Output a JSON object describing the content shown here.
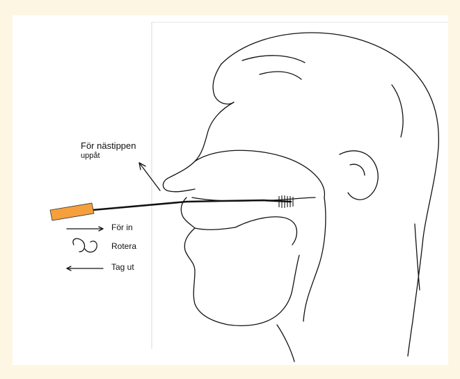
{
  "labels": {
    "nose_tip": "För nästippen",
    "nose_tip_sub": "uppåt",
    "insert": "För in",
    "rotate": "Rotera",
    "remove": "Tag ut"
  },
  "colors": {
    "swab_handle": "#f5a03c",
    "line": "#111111",
    "page_background": "#fdf6e3"
  }
}
